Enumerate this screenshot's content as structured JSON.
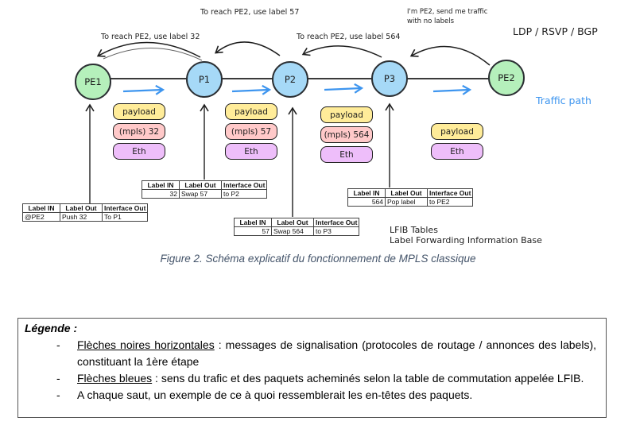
{
  "diagram": {
    "nodes": [
      {
        "id": "pe1",
        "label": "PE1"
      },
      {
        "id": "p1",
        "label": "P1"
      },
      {
        "id": "p2",
        "label": "P2"
      },
      {
        "id": "p3",
        "label": "P3"
      },
      {
        "id": "pe2",
        "label": "PE2"
      }
    ],
    "annotations": {
      "note_label_32": "To reach PE2, use label 32",
      "note_label_57": "To reach PE2, use label 57",
      "note_label_564": "To reach PE2, use label 564",
      "note_pe2_line1": "I'm PE2, send me traffic",
      "note_pe2_line2": "with no labels",
      "protocols": "LDP / RSVP / BGP",
      "traffic_path": "Traffic path",
      "lfib_line1": "LFIB Tables",
      "lfib_line2": "Label Forwarding Information Base"
    },
    "stacks": [
      {
        "layers": [
          {
            "type": "payload",
            "text": "payload"
          },
          {
            "type": "mpls",
            "text": "(mpls) 32"
          },
          {
            "type": "eth",
            "text": "Eth"
          }
        ]
      },
      {
        "layers": [
          {
            "type": "payload",
            "text": "payload"
          },
          {
            "type": "mpls",
            "text": "(mpls) 57"
          },
          {
            "type": "eth",
            "text": "Eth"
          }
        ]
      },
      {
        "layers": [
          {
            "type": "payload",
            "text": "payload"
          },
          {
            "type": "mpls",
            "text": "(mpls) 564"
          },
          {
            "type": "eth",
            "text": "Eth"
          }
        ]
      },
      {
        "layers": [
          {
            "type": "payload",
            "text": "payload"
          },
          {
            "type": "eth",
            "text": "Eth"
          }
        ]
      }
    ],
    "tables": [
      {
        "headers": [
          "Label IN",
          "Label Out",
          "Interface Out"
        ],
        "row": [
          "@PE2",
          "Push 32",
          "To P1"
        ]
      },
      {
        "headers": [
          "Label IN",
          "Label Out",
          "Interface Out"
        ],
        "row": [
          "32",
          "Swap 57",
          "to P2"
        ]
      },
      {
        "headers": [
          "Label IN",
          "Label Out",
          "Interface Out"
        ],
        "row": [
          "57",
          "Swap 564",
          "to P3"
        ]
      },
      {
        "headers": [
          "Label IN",
          "Label Out",
          "Interface Out"
        ],
        "row": [
          "564",
          "Pop label",
          "to PE2"
        ]
      }
    ]
  },
  "caption": "Figure 2. Schéma explicatif du fonctionnement de MPLS classique",
  "legend": {
    "title": "Légende :",
    "bullet": "-",
    "items": [
      {
        "lead": "Flèches noires horizontales",
        "text": " : messages de signalisation (protocoles de routage / annonces des labels), constituant la 1ère étape"
      },
      {
        "lead": "Flèches bleues",
        "text": " : sens du trafic et des paquets acheminés selon la table de commutation appelée LFIB."
      },
      {
        "lead": "",
        "text": "A chaque saut, un exemple de ce à quoi ressemblerait les en-têtes des paquets."
      }
    ]
  },
  "colors": {
    "node_green": "#b5f0bb",
    "node_blue": "#a6d9f7",
    "payload_yellow": "#ffec99",
    "mpls_pink": "#ffc9c9",
    "eth_purple": "#eebefa",
    "traffic_blue": "#3d95ef",
    "caption_blue": "#44546a",
    "ink": "#1e1e1e"
  }
}
